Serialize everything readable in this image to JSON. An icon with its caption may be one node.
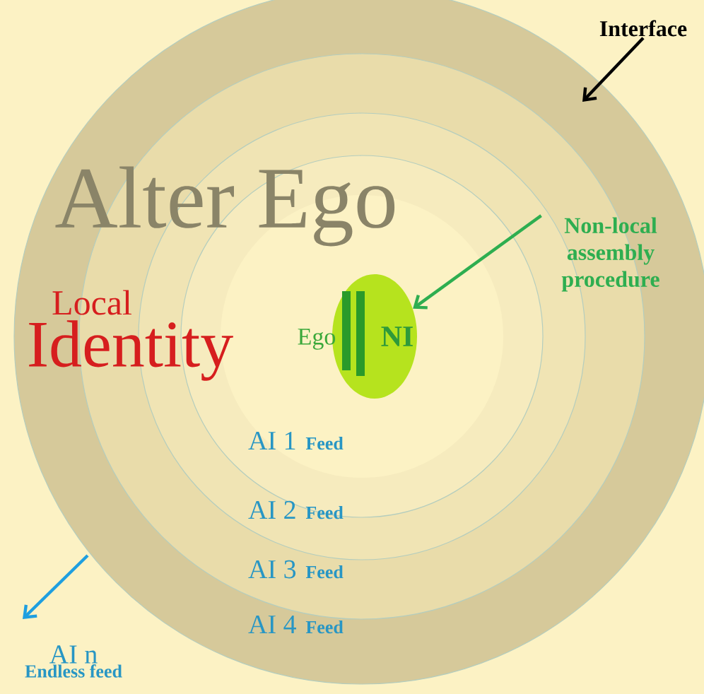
{
  "diagram": {
    "nodes": [
      {
        "text": [
          "Interface"
        ]
      },
      {
        "text": [
          "Non-local assembly procedure"
        ]
      },
      {
        "text": [
          "Ego",
          "NI"
        ]
      },
      {
        "text": [
          "AI n",
          "Endless feed"
        ]
      }
    ],
    "edges": [
      {
        "from": 0,
        "to": null,
        "arrow": "to",
        "color": "#000000"
      },
      {
        "from": 1,
        "to": 2,
        "arrow": "to",
        "color": "#2eae50"
      },
      {
        "from": null,
        "to": 3,
        "arrow": "to",
        "color": "#1e9fe0"
      }
    ],
    "labels": [
      "Alter Ego",
      "Local",
      "Identity",
      "AI 1",
      "Feed",
      "AI 2",
      "Feed",
      "AI 3",
      "Feed",
      "AI 4",
      "Feed"
    ]
  }
}
